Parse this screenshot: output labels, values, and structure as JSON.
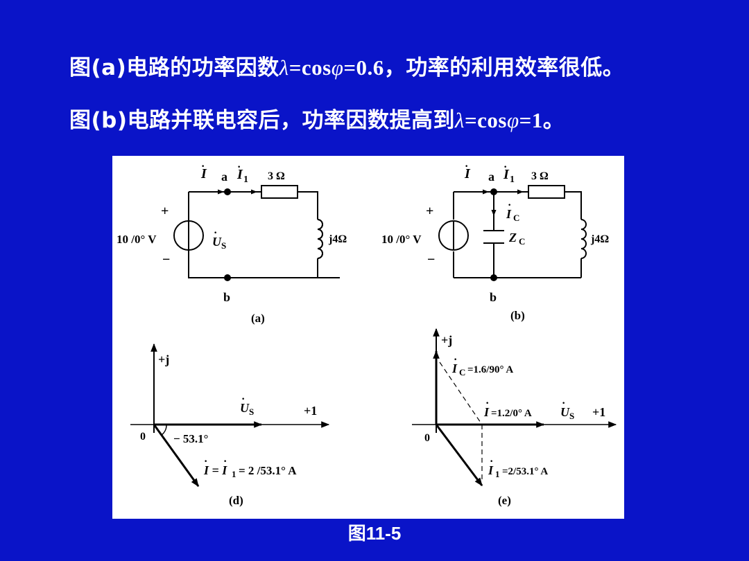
{
  "slide": {
    "line1": {
      "p1": "图(a)电路的功率因数",
      "lambda": "λ",
      "p2": "=cos",
      "phi": "φ",
      "p3": "=0.6，功率的利用效率很低。"
    },
    "line2": {
      "p1": "图(b)电路并联电容后，功率因数提高到",
      "lambda": "λ",
      "p2": "=cos",
      "phi": "φ",
      "p3": "=1。"
    },
    "caption": "图11-5"
  },
  "figure": {
    "a": {
      "label": "(a)",
      "current_I": "I",
      "node_a": "a",
      "current_I1": "I",
      "current_I1_sub": "1",
      "resistor": "3 Ω",
      "plus": "+",
      "minus": "−",
      "source": "10 /0° V",
      "Us": "U",
      "Us_sub": "S",
      "inductor": "j4Ω",
      "node_b": "b"
    },
    "b": {
      "label": "(b)",
      "current_I": "I",
      "node_a": "a",
      "current_I1": "I",
      "current_I1_sub": "1",
      "resistor": "3 Ω",
      "plus": "+",
      "minus": "−",
      "source": "10 /0° V",
      "Ic": "I",
      "Ic_sub": "C",
      "Zc": "Z",
      "Zc_sub": "C",
      "inductor": "j4Ω",
      "node_b": "b"
    },
    "d": {
      "label": "(d)",
      "imag_axis": "+j",
      "real_axis": "+1",
      "origin": "0",
      "Us": "U",
      "Us_sub": "S",
      "angle": "− 53.1°",
      "current": "I = I",
      "current_sub": "1",
      "current_value": "= 2 /53.1° A"
    },
    "e": {
      "label": "(e)",
      "imag_axis": "+j",
      "real_axis": "+1",
      "origin": "0",
      "Ic": "I",
      "Ic_sub": "C",
      "Ic_value": "=1.6/90° A",
      "I": "I",
      "I_value": "=1.2/0° A",
      "Us": "U",
      "Us_sub": "S",
      "I1": "I",
      "I1_sub": "1",
      "I1_value": "=2/53.1° A"
    }
  }
}
